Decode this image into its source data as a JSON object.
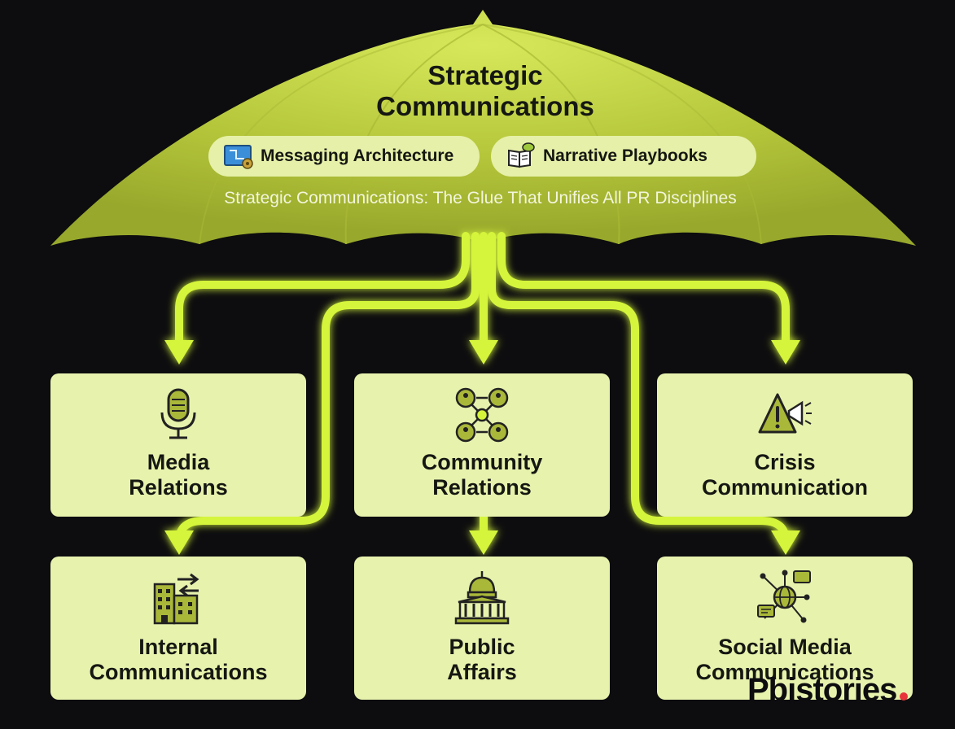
{
  "umbrella": {
    "title": "Strategic\nCommunications",
    "pills": [
      {
        "label": "Messaging Architecture",
        "icon": "blueprint-icon"
      },
      {
        "label": "Narrative Playbooks",
        "icon": "open-book-icon"
      }
    ],
    "tagline": "Strategic Communications: The Glue That Unifies All PR Disciplines"
  },
  "disciplines": [
    {
      "label": "Media\nRelations",
      "icon": "microphone-icon"
    },
    {
      "label": "Community\nRelations",
      "icon": "network-people-icon"
    },
    {
      "label": "Crisis\nCommunication",
      "icon": "warning-megaphone-icon"
    },
    {
      "label": "Internal\nCommunications",
      "icon": "office-building-arrows-icon"
    },
    {
      "label": "Public\nAffairs",
      "icon": "capitol-building-icon"
    },
    {
      "label": "Social Media\nCommunications",
      "icon": "globe-chat-icon"
    }
  ],
  "colors": {
    "background": "#0d0d0f",
    "umbrella": "#b8c93b",
    "arrow": "#d4f53a",
    "card": "#e7f2ad"
  },
  "watermark": "Pbjstories"
}
